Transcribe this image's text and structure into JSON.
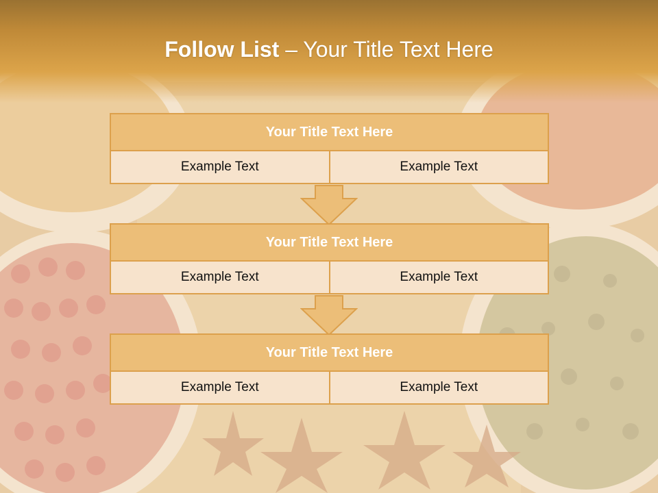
{
  "slide": {
    "title_bold": "Follow List",
    "title_rest": "– Your Title Text Here"
  },
  "steps": [
    {
      "header": "Your Title Text Here",
      "left": "Example Text",
      "right": "Example Text"
    },
    {
      "header": "Your Title Text Here",
      "left": "Example Text",
      "right": "Example Text"
    },
    {
      "header": "Your Title Text Here",
      "left": "Example Text",
      "right": "Example Text"
    }
  ],
  "colors": {
    "accent": "#dca04c",
    "header_fill": "#ecbe78",
    "cell_fill": "#f7e3cc",
    "title_bar": "#c08a38"
  }
}
